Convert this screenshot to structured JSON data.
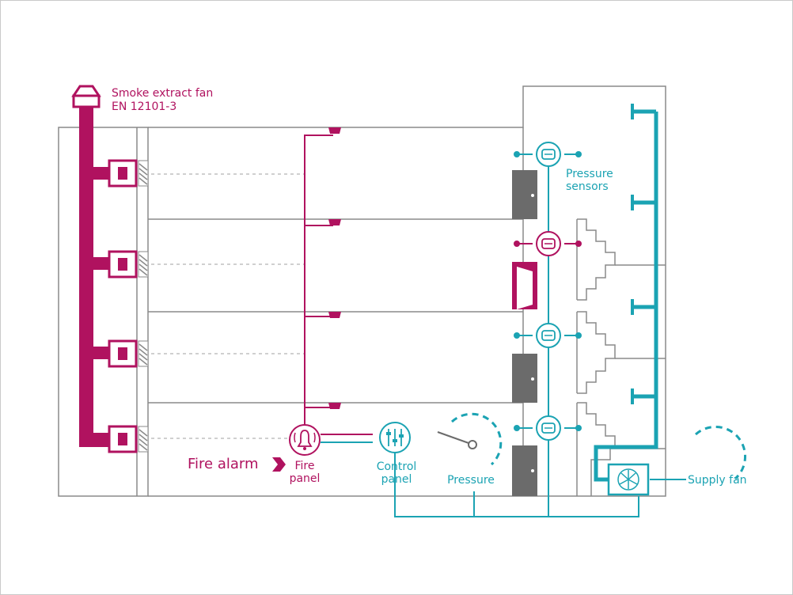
{
  "labels": {
    "smoke_fan_line1": "Smoke extract fan",
    "smoke_fan_line2": "EN 12101-3",
    "pressure_sensors_line1": "Pressure",
    "pressure_sensors_line2": "sensors",
    "fire_alarm": "Fire alarm",
    "fire_panel_line1": "Fire",
    "fire_panel_line2": "panel",
    "control_panel_line1": "Control",
    "control_panel_line2": "panel",
    "pressure": "Pressure",
    "supply_fan": "Supply fan"
  },
  "colors": {
    "smoke_system": "#b0125f",
    "pressurisation_system": "#1ba3b3",
    "building_outline": "#8a8a8a",
    "door": "#6b6b6b"
  },
  "icons": {
    "fire_panel": "bell-icon",
    "control_panel": "sliders-icon",
    "pressure_sensor": "sensor-icon",
    "supply_fan": "fan-icon",
    "smoke_vent": "damper-icon"
  }
}
